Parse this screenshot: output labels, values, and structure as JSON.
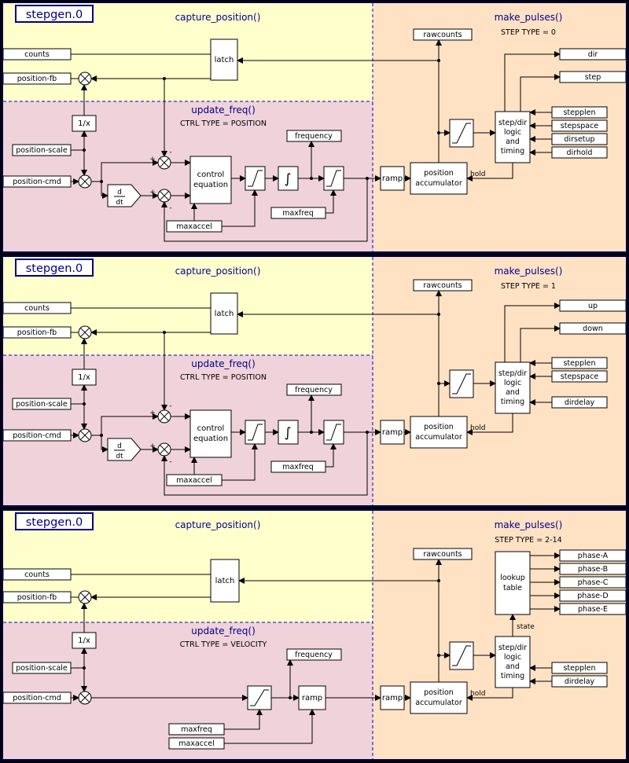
{
  "colors": {
    "page_bg": "#000000",
    "panel_border": "#000050",
    "capture_bg": "#ffffcc",
    "update_bg": "#f0d2da",
    "make_bg": "#ffe2c4",
    "section_title": "#00008b",
    "title_text": "#000080",
    "boundary_dash": "#0000cc",
    "wire": "#000000",
    "box_bg": "#ffffff"
  },
  "glyphs": {
    "plus": "+",
    "minus": "-",
    "integral": "∫",
    "ddt_num": "d",
    "ddt_den": "dt"
  },
  "panels": [
    {
      "title": "stepgen.0",
      "sections": {
        "capture": "capture_position()",
        "make": "make_pulses()",
        "step_type": "STEP TYPE = 0",
        "update": "update_freq()",
        "ctrl_type": "CTRL TYPE = POSITION"
      },
      "pins": {
        "counts": "counts",
        "position_fb": "position-fb",
        "position_scale": "position-scale",
        "position_cmd": "position-cmd",
        "rawcounts": "rawcounts"
      },
      "blocks": {
        "latch": "latch",
        "reciprocal": "1/x",
        "control1": "control",
        "control2": "equation",
        "ramp": "ramp",
        "accum1": "position",
        "accum2": "accumulator",
        "logic1": "step/dir",
        "logic2": "logic",
        "logic3": "and",
        "logic4": "timing"
      },
      "labels": {
        "hold": "hold"
      },
      "params": {
        "frequency": "frequency",
        "maxfreq": "maxfreq",
        "maxaccel": "maxaccel",
        "stepplen": "stepplen",
        "stepspace": "stepspace",
        "dirsetup": "dirsetup",
        "dirhold": "dirhold"
      },
      "outputs": {
        "a": "dir",
        "b": "step"
      }
    },
    {
      "title": "stepgen.0",
      "sections": {
        "capture": "capture_position()",
        "make": "make_pulses()",
        "step_type": "STEP TYPE = 1",
        "update": "update_freq()",
        "ctrl_type": "CTRL TYPE = POSITION"
      },
      "pins": {
        "counts": "counts",
        "position_fb": "position-fb",
        "position_scale": "position-scale",
        "position_cmd": "position-cmd",
        "rawcounts": "rawcounts"
      },
      "blocks": {
        "latch": "latch",
        "reciprocal": "1/x",
        "control1": "control",
        "control2": "equation",
        "ramp": "ramp",
        "accum1": "position",
        "accum2": "accumulator",
        "logic1": "step/dir",
        "logic2": "logic",
        "logic3": "and",
        "logic4": "timing"
      },
      "labels": {
        "hold": "hold"
      },
      "params": {
        "frequency": "frequency",
        "maxfreq": "maxfreq",
        "maxaccel": "maxaccel",
        "stepplen": "stepplen",
        "stepspace": "stepspace",
        "dirdelay": "dirdelay"
      },
      "outputs": {
        "a": "up",
        "b": "down"
      }
    },
    {
      "title": "stepgen.0",
      "sections": {
        "capture": "capture_position()",
        "make": "make_pulses()",
        "step_type": "STEP TYPE = 2-14",
        "update": "update_freq()",
        "ctrl_type": "CTRL TYPE = VELOCITY"
      },
      "pins": {
        "counts": "counts",
        "position_fb": "position-fb",
        "position_scale": "position-scale",
        "position_cmd": "position-cmd",
        "rawcounts": "rawcounts"
      },
      "blocks": {
        "latch": "latch",
        "reciprocal": "1/x",
        "ramp1": "ramp",
        "ramp2": "ramp",
        "accum1": "position",
        "accum2": "accumulator",
        "logic1": "step/dir",
        "logic2": "logic",
        "logic3": "and",
        "logic4": "timing",
        "lookup1": "lookup",
        "lookup2": "table"
      },
      "labels": {
        "hold": "hold",
        "state": "state"
      },
      "params": {
        "frequency": "frequency",
        "maxfreq": "maxfreq",
        "maxaccel": "maxaccel",
        "stepplen": "stepplen",
        "dirdelay": "dirdelay"
      },
      "outputs": {
        "a": "phase-A",
        "b": "phase-B",
        "c": "phase-C",
        "d": "phase-D",
        "e": "phase-E"
      }
    }
  ]
}
